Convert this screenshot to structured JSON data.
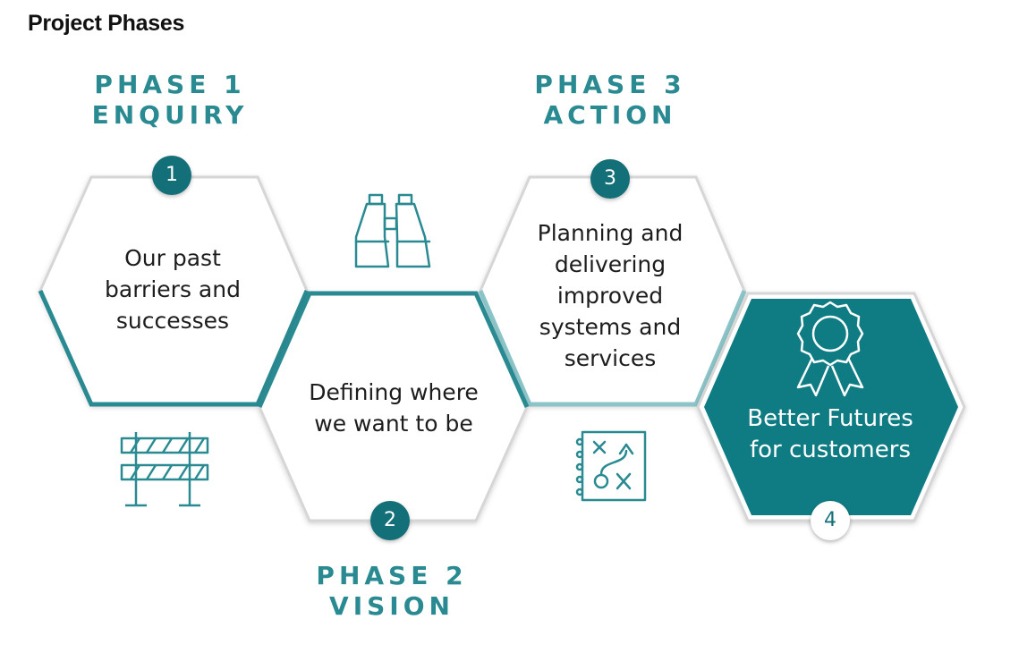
{
  "page": {
    "title": "Project Phases"
  },
  "colors": {
    "teal": "#2a8a92",
    "teal_dark": "#136f78",
    "fill_final": "#0f7c84"
  },
  "phases": [
    {
      "number": "1",
      "label_line1": "PHASE 1",
      "label_line2": "ENQUIRY",
      "text_lines": [
        "Our past",
        "barriers and",
        "successes"
      ],
      "icon": "roadblock-icon"
    },
    {
      "number": "2",
      "label_line1": "PHASE 2",
      "label_line2": "VISION",
      "text_lines": [
        "Defining where",
        "we want to be"
      ],
      "icon": "binoculars-icon"
    },
    {
      "number": "3",
      "label_line1": "PHASE 3",
      "label_line2": "ACTION",
      "text_lines": [
        "Planning and",
        "delivering",
        "improved",
        "systems and",
        "services"
      ],
      "icon": "strategy-plan-icon"
    },
    {
      "number": "4",
      "text_lines": [
        "Better Futures",
        "for customers"
      ],
      "icon": "award-ribbon-icon"
    }
  ]
}
